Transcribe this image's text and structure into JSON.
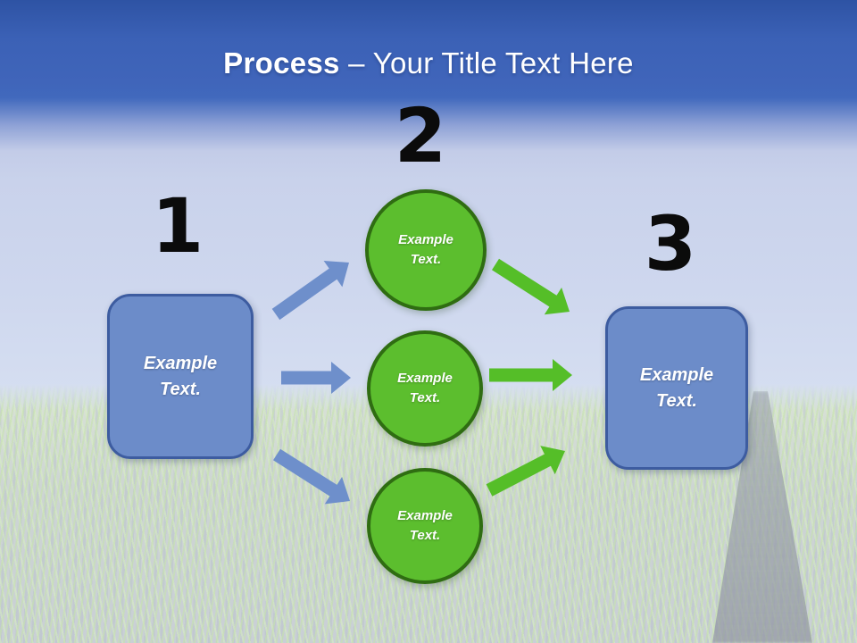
{
  "title": {
    "bold": "Process",
    "rest": " – Your Title Text Here"
  },
  "step_numbers": [
    "1",
    "2",
    "3"
  ],
  "shapes": {
    "start_box": {
      "text": "Example Text."
    },
    "circles": [
      {
        "text": "Example Text."
      },
      {
        "text": "Example Text."
      },
      {
        "text": "Example Text."
      }
    ],
    "end_box": {
      "text": "Example Text."
    }
  },
  "colors": {
    "title_text": "#FFFFFF",
    "number_text": "#0B0B0B",
    "box_fill": "#6C8CC9",
    "box_border": "#3D5CA0",
    "circle_fill": "#5CBE2E",
    "circle_border": "#2F6D12",
    "arrow_blue": "#6E8FCB",
    "arrow_green": "#55BE28"
  }
}
